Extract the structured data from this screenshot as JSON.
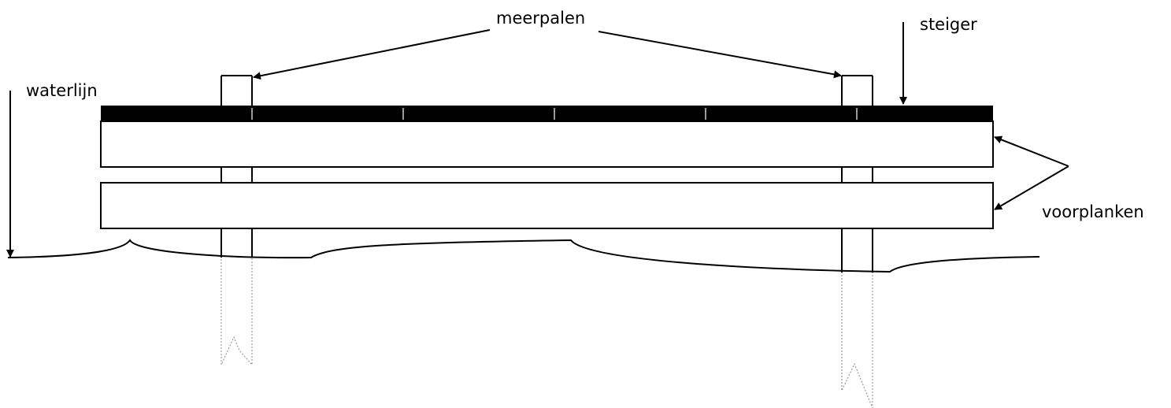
{
  "labels": {
    "mooring_posts": "meerpalen",
    "jetty": "steiger",
    "waterline": "waterlijn",
    "front_planks": "voorplanken"
  },
  "colors": {
    "line": "#000000",
    "deck": "#000000",
    "deck_joint": "#9a9a9a",
    "hidden_outline": "#888888",
    "background": "#ffffff"
  }
}
